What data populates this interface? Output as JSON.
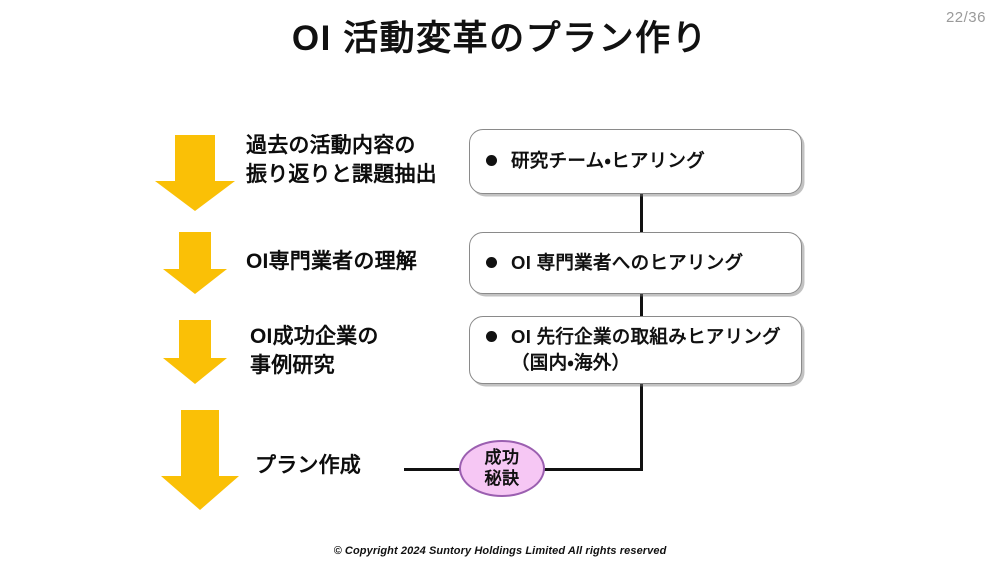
{
  "slide": {
    "title": "OI 活動変革のプラン作り",
    "page_number": "22/36",
    "footer": "© Copyright 2024 Suntory Holdings Limited All rights reserved"
  },
  "colors": {
    "arrow_yellow": "#FAC006",
    "ellipse_fill": "#F6C7F4",
    "ellipse_border": "#9B5FB0",
    "box_border": "#8A8A8A",
    "connector": "#111111",
    "page_number_gray": "#9A9A9A"
  },
  "steps": [
    {
      "label": "過去の活動内容の\n振り返りと課題抽出"
    },
    {
      "label": "OI専門業者の理解"
    },
    {
      "label": "OI成功企業の\n事例研究"
    },
    {
      "label": "プラン作成"
    }
  ],
  "boxes": [
    {
      "bullet": "●",
      "text": "研究チーム・ヒアリング"
    },
    {
      "bullet": "●",
      "text": "OI 専門業者へのヒアリング"
    },
    {
      "bullet": "●",
      "text": "OI 先行企業の取組みヒアリング\n（国内・海外）"
    }
  ],
  "callout": {
    "text": "成功\n秘訣"
  }
}
